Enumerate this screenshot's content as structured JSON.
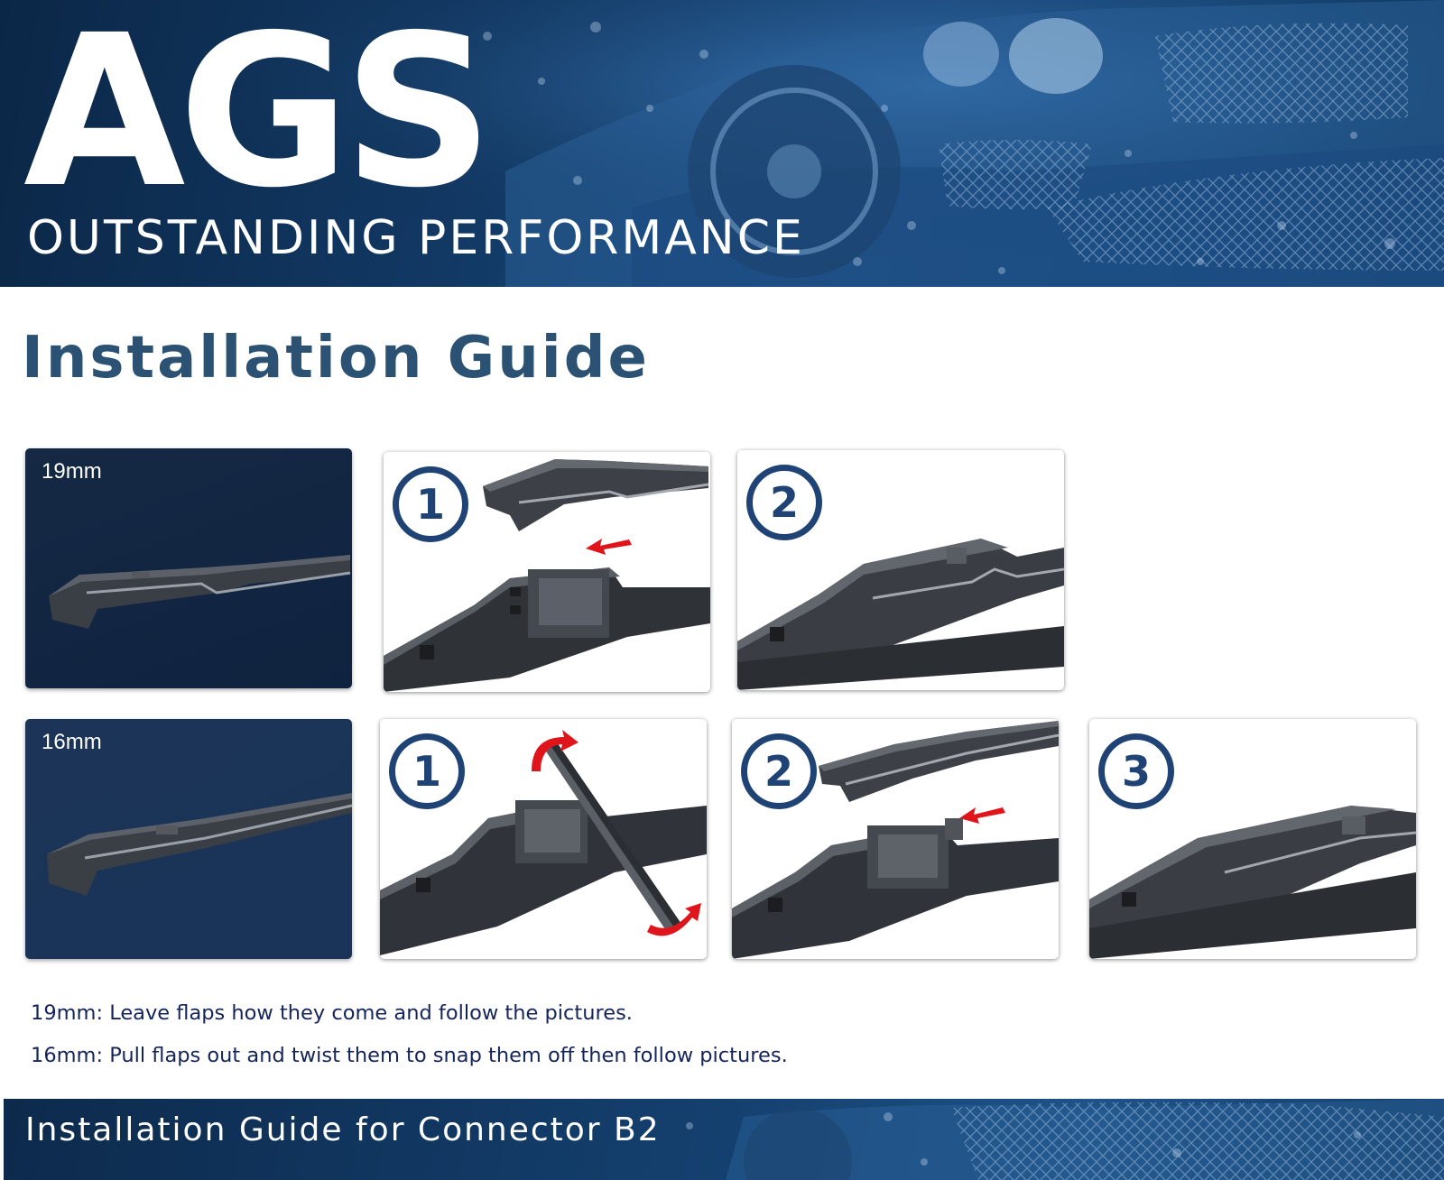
{
  "header": {
    "brand": "AGS",
    "tagline": "OUTSTANDING PERFORMANCE"
  },
  "title": "Installation Guide",
  "rows": [
    {
      "size_label": "19mm",
      "steps": [
        "1",
        "2"
      ]
    },
    {
      "size_label": "16mm",
      "steps": [
        "1",
        "2",
        "3"
      ]
    }
  ],
  "notes": [
    "19mm: Leave flaps how they come and follow the pictures.",
    "16mm: Pull flaps out and twist them to snap them off then follow pictures."
  ],
  "footer": {
    "title": "Installation Guide for Connector B2"
  },
  "colors": {
    "banner_blue": "#1d4f86",
    "title_blue": "#2b5173",
    "step_ring": "#1f4374",
    "arrow_red": "#e0141b",
    "note_text": "#15245a"
  }
}
